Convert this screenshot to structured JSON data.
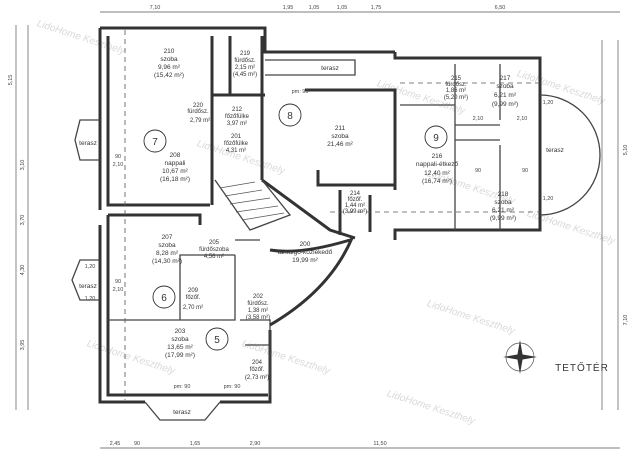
{
  "watermark": "LidoHome Keszthely",
  "title": "TETŐTÉR",
  "dimensions": {
    "top": [
      "7,10",
      "1,95",
      "1,05",
      "1,05",
      "1,75",
      "6,50"
    ],
    "bottom": [
      "2,45",
      "90",
      "1,65",
      "2,90",
      "11,50"
    ],
    "left": [
      "5,15",
      "3,10",
      "3,70",
      "4,30",
      "3,95"
    ],
    "right": [
      "7,10",
      "5,10"
    ]
  },
  "rooms": [
    {
      "num": "210",
      "name": "szoba",
      "area": "9,96 m²",
      "gross": "(15,42 m²)"
    },
    {
      "num": "219",
      "name": "fürdősz.",
      "area": "2,15 m²",
      "gross": "(4,45 m²)"
    },
    {
      "num": "220",
      "name": "fürdősz.",
      "area": "2,79 m²",
      "gross": ""
    },
    {
      "num": "212",
      "name": "főzőfülke",
      "area": "3,97 m²",
      "gross": ""
    },
    {
      "num": "201",
      "name": "főzőfülke",
      "area": "4,31 m²",
      "gross": ""
    },
    {
      "num": "208",
      "name": "nappali",
      "area": "10,67 m²",
      "gross": "(16,18 m²)"
    },
    {
      "num": "211",
      "name": "szoba",
      "area": "21,46 m²",
      "gross": ""
    },
    {
      "num": "214",
      "name": "főzőf.",
      "area": "1,44 m²",
      "gross": "(3,99 m²)"
    },
    {
      "num": "215",
      "name": "fürdősz.",
      "area": "1,86 m²",
      "gross": "(5,20 m²)"
    },
    {
      "num": "217",
      "name": "szoba",
      "area": "6,21 m²",
      "gross": "(9,99 m²)"
    },
    {
      "num": "216",
      "name": "nappali-étkező",
      "area": "12,40 m²",
      "gross": "(16,74 m²)"
    },
    {
      "num": "218",
      "name": "szoba",
      "area": "6,21 m²",
      "gross": "(9,99 m²)"
    },
    {
      "num": "207",
      "name": "szoba",
      "area": "8,28 m²",
      "gross": "(14,30 m²)"
    },
    {
      "num": "205",
      "name": "fürdőszoba",
      "area": "4,56 m²",
      "gross": ""
    },
    {
      "num": "209",
      "name": "főzőf.",
      "area": "2,70 m²",
      "gross": ""
    },
    {
      "num": "200",
      "name": "társalgó-közlekedő",
      "area": "19,99 m²",
      "gross": ""
    },
    {
      "num": "202",
      "name": "fürdősz.",
      "area": "1,38 m²",
      "gross": "(3,58 m²)"
    },
    {
      "num": "203",
      "name": "szoba",
      "area": "13,65 m²",
      "gross": "(17,99 m²)"
    },
    {
      "num": "204",
      "name": "főzőf.",
      "area": "(2,73 m²)",
      "gross": ""
    }
  ],
  "apartments": [
    "5",
    "6",
    "7",
    "8",
    "9"
  ],
  "terraces": {
    "label": "terasz"
  },
  "openings": {
    "door_w": "90",
    "door_h": "2,10",
    "window_h": "1,20",
    "parapet": "pm: 90"
  }
}
